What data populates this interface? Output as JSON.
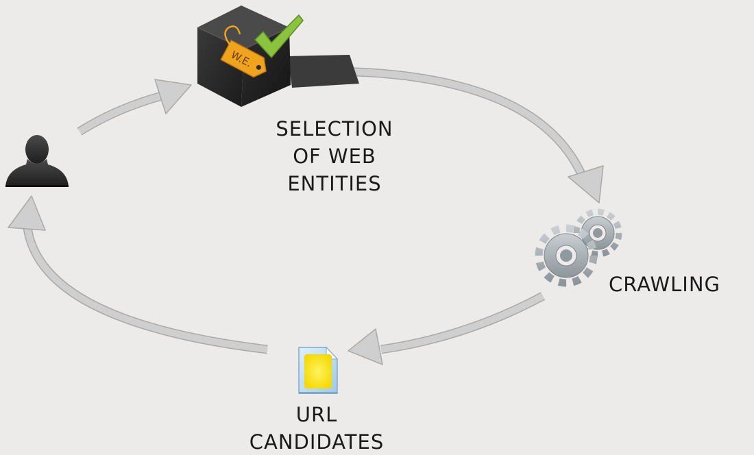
{
  "steps": [
    {
      "id": "user",
      "icon": "user-silhouette-icon",
      "label_lines": []
    },
    {
      "id": "selection",
      "icon": "web-entity-box-icon",
      "label_lines": [
        "SELECTION",
        "OF WEB",
        "ENTITIES"
      ],
      "tag_text": "W.E."
    },
    {
      "id": "crawling",
      "icon": "gears-icon",
      "label_lines": [
        "CRAWLING"
      ]
    },
    {
      "id": "url",
      "icon": "document-icon",
      "label_lines": [
        "URL",
        "CANDIDATES"
      ]
    }
  ],
  "colors": {
    "background": "#edebe9",
    "arrow_fill": "#cfcfcf",
    "arrow_stroke": "#a9a9a9",
    "text": "#1a1a1a",
    "check": "#8ac43f",
    "tag": "#f0a31c",
    "box": "#2c2c2c",
    "gear": "#a9b0b4",
    "document_yellow": "#f5e800"
  }
}
